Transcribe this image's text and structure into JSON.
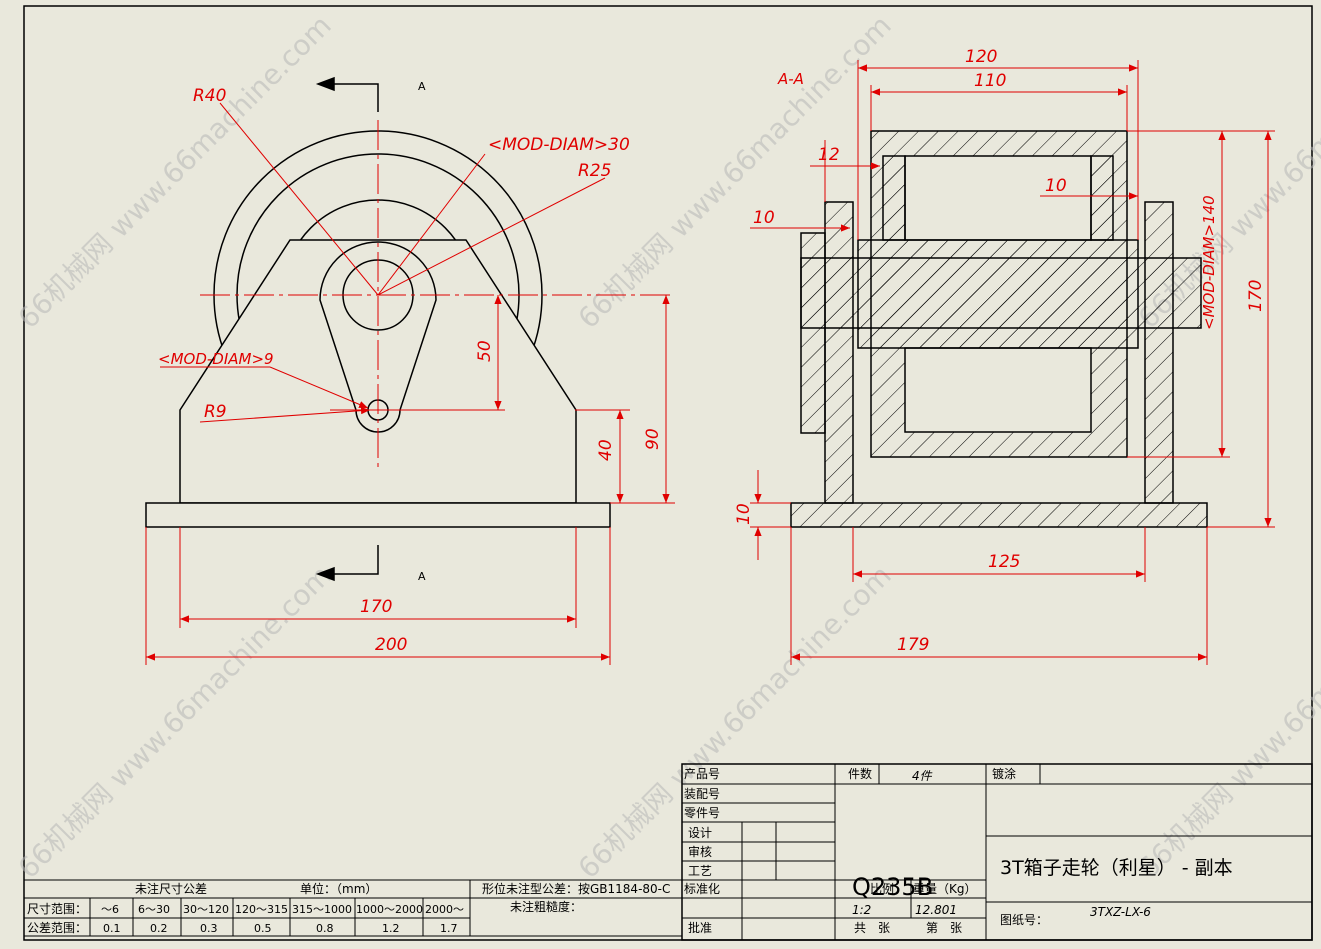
{
  "colors": {
    "paper": "#e9e8dc",
    "outline": "#000000",
    "dimension": "#e00000",
    "watermark": "#b7b7b7"
  },
  "section_markers": {
    "left": "A",
    "right": "A",
    "view_title": "A-A"
  },
  "front_view_dims": {
    "r40": "R40",
    "diam30": "<MOD-DIAM>30",
    "r25": "R25",
    "diam9": "<MOD-DIAM>9",
    "r9": "R9",
    "d50": "50",
    "d40": "40",
    "d90": "90",
    "d170": "170",
    "d200": "200"
  },
  "section_view_dims": {
    "d120": "120",
    "d110": "110",
    "d12": "12",
    "d10a": "10",
    "d10b": "10",
    "diam140": "<MOD-DIAM>140",
    "d170": "170",
    "d10c": "10",
    "d125": "125",
    "d179": "179"
  },
  "title_block": {
    "product_no": "产品号",
    "assembly_no": "装配号",
    "part_no": "零件号",
    "design": "设计",
    "review": "审核",
    "process": "工艺",
    "standard": "标准化",
    "approve": "批准",
    "qty_label": "件数",
    "qty_value": "4件",
    "plating": "镀涂",
    "material": "Q235B",
    "ratio_label": "比例",
    "ratio_value": "1:2",
    "weight_label": "重量（Kg）",
    "weight_value": "12.801",
    "total_sheets": "共　张",
    "sheet_no": "第　张",
    "title": "3T箱子走轮（利星） - 副本",
    "drawing_no_label": "图纸号：",
    "drawing_no": "3TXZ-LX-6"
  },
  "tolerance_table": {
    "title": "未注尺寸公差",
    "unit": "单位：（mm）",
    "geo_tol": "形位未注型公差：按GB1184-80-C",
    "roughness": "未注粗糙度：",
    "range_label": "尺寸范围：",
    "tol_label": "公差范围：",
    "ranges": [
      "～6",
      "6～30",
      "30～120",
      "120～315",
      "315～1000",
      "1000～2000",
      "2000～"
    ],
    "tolerances": [
      "0.1",
      "0.2",
      "0.3",
      "0.5",
      "0.8",
      "1.2",
      "1.7"
    ]
  },
  "watermark": "66机械网 www.66machine.com"
}
